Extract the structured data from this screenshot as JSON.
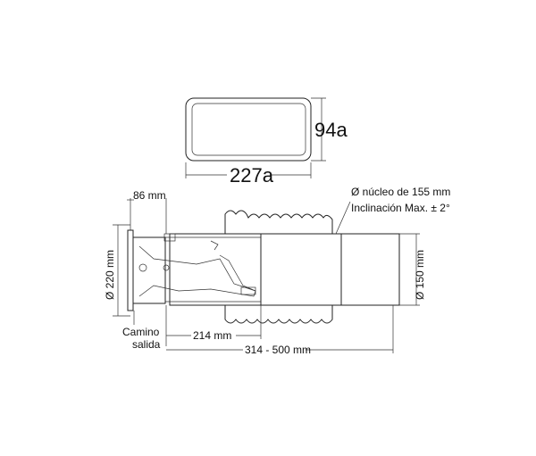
{
  "top_view": {
    "height_label": "94a",
    "width_label": "227a"
  },
  "side_view": {
    "flange_depth": "86 mm",
    "diameter_outer": "Ø 220 mm",
    "core_diameter": "Ø núcleo de 155 mm",
    "inclination": "Inclinación Max. ± 2°",
    "diameter_pipe": "Ø 150 mm",
    "length_inner": "214 mm",
    "length_range": "314 - 500 mm",
    "exit_label_line1": "Camino",
    "exit_label_line2": "salida"
  }
}
